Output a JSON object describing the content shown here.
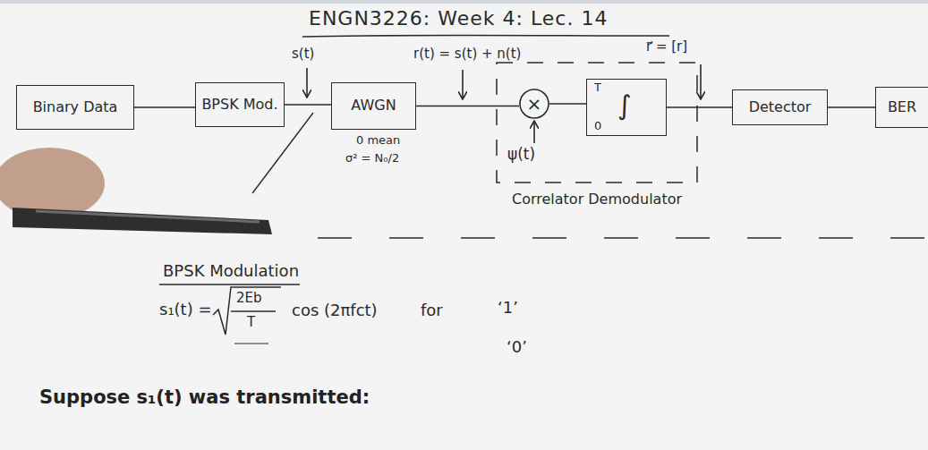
{
  "diagram": {
    "title": "ENGN3226: Week 4: Lec. 14",
    "nodes": [
      {
        "text": [
          "Binary Data"
        ]
      },
      {
        "text": [
          "BPSK Mod."
        ]
      },
      {
        "text": [
          "AWGN"
        ]
      },
      {
        "text": [
          "Correlator Demodulator"
        ]
      },
      {
        "text": [
          "×"
        ],
        "in": 3
      },
      {
        "text": [
          "T",
          "∫",
          "0"
        ],
        "in": 3
      },
      {
        "text": [
          "Detector"
        ]
      },
      {
        "text": [
          "BER"
        ]
      }
    ],
    "edges": [
      {
        "from": 0,
        "to": 1,
        "arrow": "none"
      },
      {
        "from": 1,
        "to": 2,
        "arrow": "none"
      },
      {
        "from": 2,
        "to": 4,
        "arrow": "none"
      },
      {
        "from": 4,
        "to": 5,
        "arrow": "none"
      },
      {
        "from": 5,
        "to": 6,
        "arrow": "none"
      },
      {
        "from": 6,
        "to": 7,
        "arrow": "none"
      }
    ],
    "labels": [
      "s(t)",
      "r(t) = s(t) + n(t)",
      "r⃗ = [r]",
      "0 mean",
      "σ² = N₀/2",
      "ψ(t)",
      "BPSK Modulation",
      "s₁(t) =",
      "2Eb",
      "T",
      "cos (2πfct)",
      "for",
      "‘1’",
      "‘0’",
      "Suppose s₁(t) was transmitted:"
    ]
  }
}
